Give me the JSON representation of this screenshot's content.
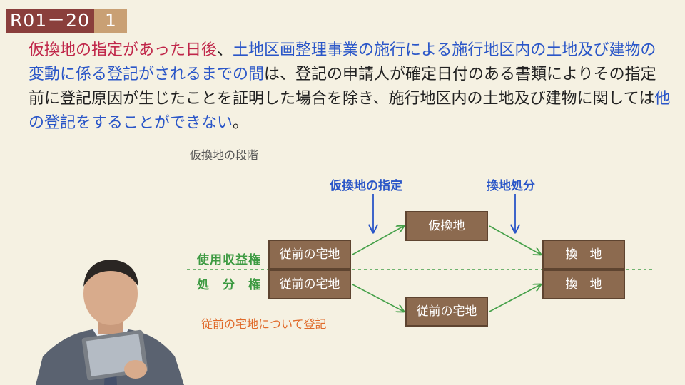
{
  "header": {
    "code": "R01－20",
    "number": "1"
  },
  "statement": {
    "part1": "仮換地の指定があった日後",
    "part2": "、",
    "part3": "土地区画整理事業の施行による施行地区内の土地及び建物の変動に係る登記がされるまでの間",
    "part4": "は、登記の申請人が確定日付のある書類によりその指定前に登記原因が生じたことを証明した場合を除き、施行地区内の土地及び建物に関しては",
    "part5": "他の登記をすることができない",
    "part6": "。"
  },
  "diagram": {
    "section_title": "仮換地の段階",
    "usage_right_label": "使用収益権",
    "disposal_right_label": "処　分　権",
    "designation_label": "仮換地の指定",
    "replotting_label": "換地処分",
    "left_box_top": "従前の宅地",
    "left_box_bottom": "従前の宅地",
    "middle_top_box": "仮換地",
    "middle_bottom_box": "従前の宅地",
    "right_box_top": "換　地",
    "right_box_bottom": "換　地",
    "registration_note": "従前の宅地について登記"
  },
  "colors": {
    "badge_code": "#8a3f3c",
    "badge_num": "#c9a074",
    "red_text": "#c0274a",
    "blue_text": "#2a56c8",
    "green_text": "#3d9a42",
    "orange_text": "#e06a2a",
    "box_fill": "#8c6a4f",
    "arrow_green": "#45a049",
    "arrow_blue": "#2a56c8"
  }
}
